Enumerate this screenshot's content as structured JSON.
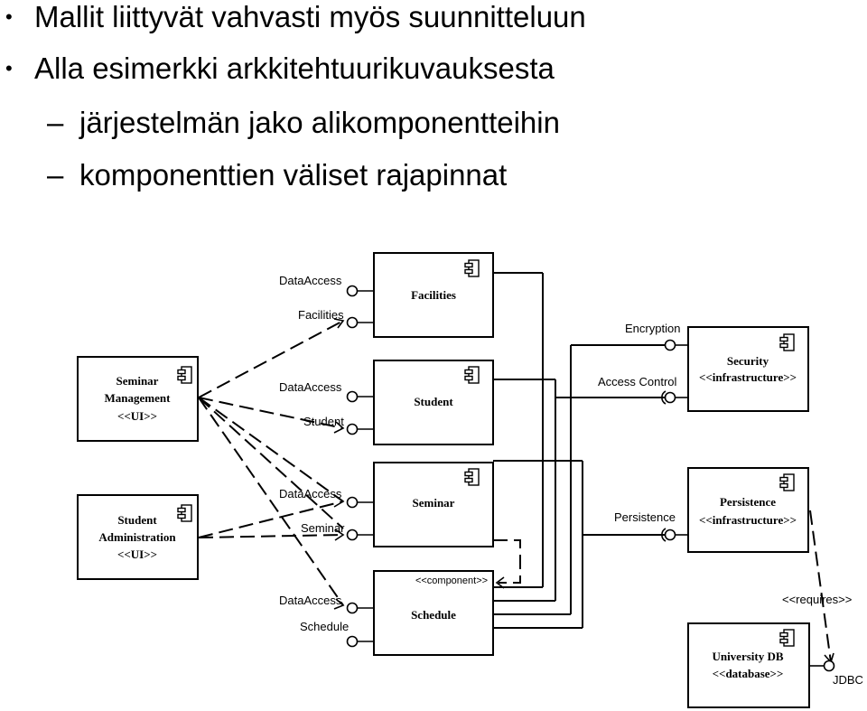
{
  "bullets": [
    {
      "marker": "•",
      "text": "Mallit liittyvät vahvasti myös suunnitteluun"
    },
    {
      "marker": "•",
      "text": "Alla esimerkki arkkitehtuurikuvauksesta"
    },
    {
      "marker": "–",
      "text": "järjestelmän jako alikomponentteihin"
    },
    {
      "marker": "–",
      "text": "komponenttien väliset rajapinnat"
    }
  ],
  "diagram": {
    "components": {
      "seminar_management": {
        "line1": "Seminar",
        "line2": "Management",
        "stereotype": "<<UI>>"
      },
      "student_administration": {
        "line1": "Student",
        "line2": "Administration",
        "stereotype": "<<UI>>"
      },
      "facilities": {
        "name": "Facilities"
      },
      "student": {
        "name": "Student"
      },
      "seminar": {
        "name": "Seminar"
      },
      "schedule": {
        "name": "Schedule",
        "stereotype": "<<component>>"
      },
      "security": {
        "name": "Security",
        "stereotype": "<<infrastructure>>"
      },
      "persistence": {
        "name": "Persistence",
        "stereotype": "<<infrastructure>>"
      },
      "university_db": {
        "name": "University DB",
        "stereotype": "<<database>>"
      }
    },
    "interfaces": {
      "facilities_dataaccess": "DataAccess",
      "facilities_facilities": "Facilities",
      "student_dataaccess": "DataAccess",
      "student_student": "Student",
      "seminar_dataaccess": "DataAccess",
      "seminar_seminar": "Seminar",
      "schedule_dataaccess": "DataAccess",
      "schedule_schedule": "Schedule",
      "encryption": "Encryption",
      "access_control": "Access Control",
      "persistence": "Persistence",
      "jdbc": "JDBC"
    },
    "requires_label": "<<requires>>"
  },
  "colors": {
    "line": "#000000",
    "box_fill": "#ffffff"
  }
}
